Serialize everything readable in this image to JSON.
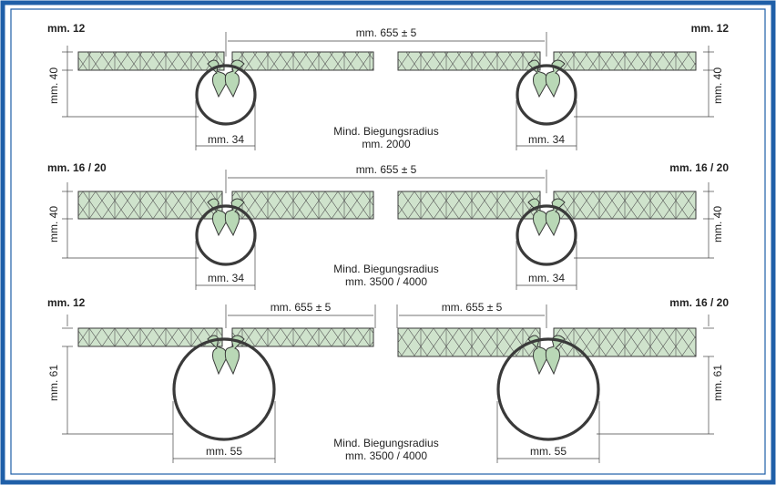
{
  "rows": [
    {
      "left_thickness": "mm. 12",
      "right_thickness": "mm. 12",
      "span_left": "mm. 655 ± 5",
      "span_right": "",
      "height_left": "mm. 40",
      "height_right": "mm. 40",
      "clip_left": "mm. 34",
      "clip_right": "mm. 34",
      "radius_title": "Mind. Biegungsradius",
      "radius_value": "mm. 2000"
    },
    {
      "left_thickness": "mm. 16 / 20",
      "right_thickness": "mm. 16 / 20",
      "span_left": "mm. 655 ± 5",
      "span_right": "",
      "height_left": "mm. 40",
      "height_right": "mm. 40",
      "clip_left": "mm. 34",
      "clip_right": "mm. 34",
      "radius_title": "Mind. Biegungsradius",
      "radius_value": "mm. 3500 / 4000"
    },
    {
      "left_thickness": "mm. 12",
      "right_thickness": "mm. 16 / 20",
      "span_left": "mm. 655 ± 5",
      "span_right": "mm. 655 ± 5",
      "height_left": "mm. 61",
      "height_right": "mm. 61",
      "clip_left": "mm. 55",
      "clip_right": "mm. 55",
      "radius_title": "Mind. Biegungsradius",
      "radius_value": "mm. 3500 / 4000"
    }
  ],
  "colors": {
    "frame": "#1f5fa8",
    "panel_fill": "#cfe3cc",
    "line": "#3a3a3a"
  }
}
